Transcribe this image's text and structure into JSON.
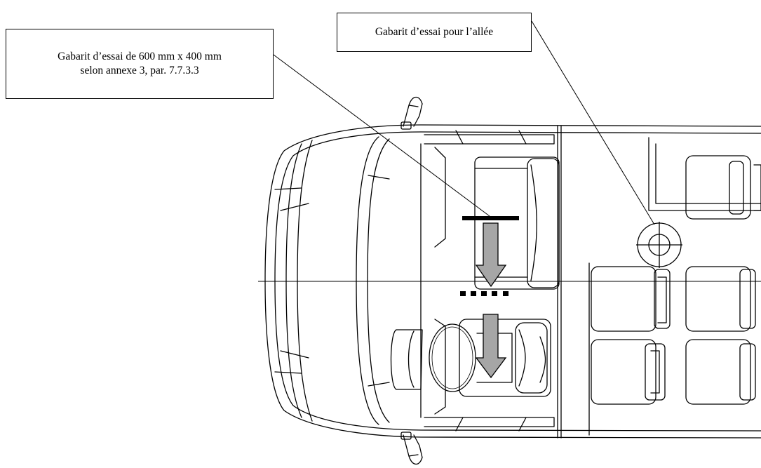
{
  "callouts": {
    "template_600x400": {
      "line1": "Gabarit d’essai de 600 mm x 400 mm",
      "line2": "selon annexe 3, par. 7.7.3.3"
    },
    "aisle_template": {
      "line1": "Gabarit d’essai pour l’allée"
    }
  },
  "colors": {
    "line": "#000000",
    "arrow_fill": "#a6a6a6",
    "background": "#ffffff"
  }
}
